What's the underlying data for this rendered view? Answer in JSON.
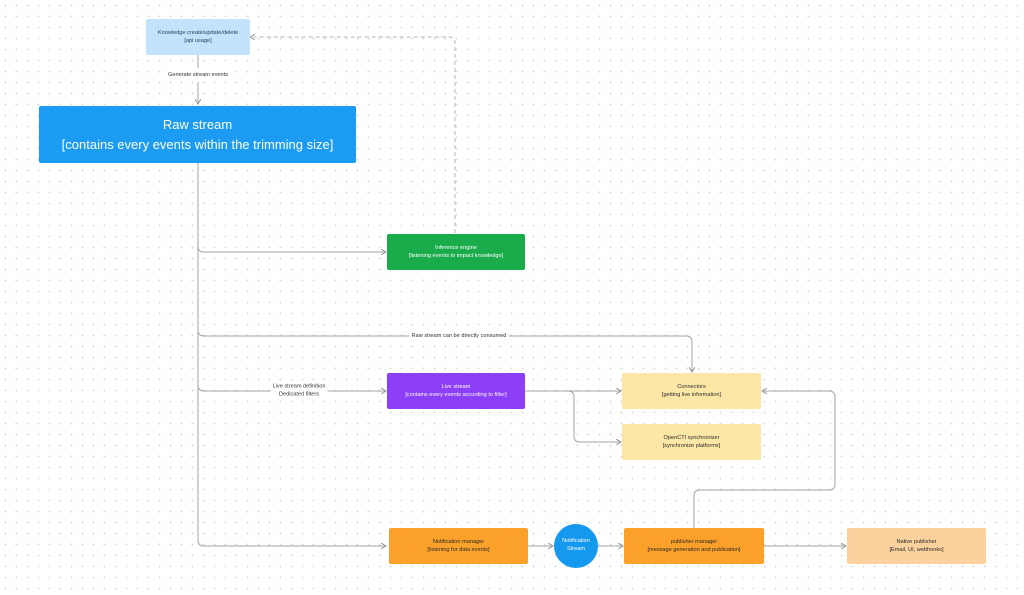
{
  "nodes": {
    "knowledge_cud": {
      "line1": "Knowledge create/update/delete",
      "line2": "[api usage]",
      "color": "#c2e3fb"
    },
    "raw_stream": {
      "line1": "Raw stream",
      "line2": "[contains every events within the trimming size]",
      "color": "#1b9cf2"
    },
    "inference_engine": {
      "line1": "Inference engine",
      "line2": "[listening events to impact knowledge]",
      "color": "#1aab4b"
    },
    "live_stream": {
      "line1": "Live stream",
      "line2": "[contains every events according to filter]",
      "color": "#8c3ff6"
    },
    "connectors": {
      "line1": "Connectors",
      "line2": "[getting live information]",
      "color": "#fde7a6"
    },
    "opencti_synchronizer": {
      "line1": "OpenCTI synchronizer",
      "line2": "[synchronize platforms]",
      "color": "#fde7a6"
    },
    "notification_manager": {
      "line1": "Notification manager",
      "line2": "[listening for data events]",
      "color": "#fba12a"
    },
    "notification_stream": {
      "line1": "Notification",
      "line2": "Stream",
      "color": "#1599ee"
    },
    "publisher_manager": {
      "line1": "publisher manager",
      "line2": "[message generation and publication]",
      "color": "#fba12a"
    },
    "native_publisher": {
      "line1": "Native publisher",
      "line2": "[Email, UI, webhooks]",
      "color": "#fbd29d"
    }
  },
  "edge_labels": {
    "generate_events": "Generate stream events",
    "raw_consumed": "Raw stream can be directly consumed",
    "live_definition_line1": "Live stream definition",
    "live_definition_line2": "Dedicated filters"
  }
}
